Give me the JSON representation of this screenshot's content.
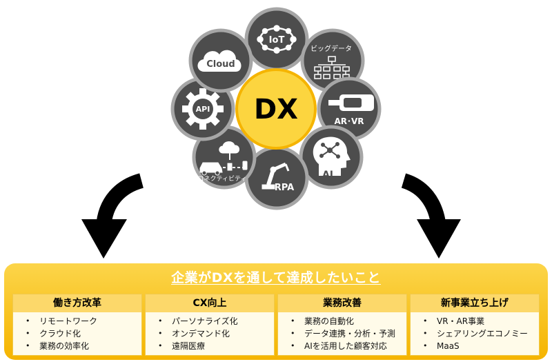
{
  "diagram": {
    "center": {
      "label": "DX"
    },
    "nodes": [
      {
        "id": "iot",
        "label": "IoT",
        "icon": "network-cloud-icon"
      },
      {
        "id": "bigdata",
        "label": "ビッグデータ",
        "icon": "data-tree-icon"
      },
      {
        "id": "arvr",
        "label": "AR･VR",
        "icon": "vr-headset-icon"
      },
      {
        "id": "ai",
        "label": "AI",
        "icon": "ai-head-icon"
      },
      {
        "id": "rpa",
        "label": "RPA",
        "icon": "robot-arm-icon"
      },
      {
        "id": "connectivity",
        "label": "コネクティビティ",
        "icon": "car-cloud-icon"
      },
      {
        "id": "api",
        "label": "API",
        "icon": "gear-icon"
      },
      {
        "id": "cloud",
        "label": "Cloud",
        "icon": "cloud-icon"
      }
    ],
    "colors": {
      "node": "#4d4d4d",
      "node_border": "#a6a6a6",
      "center": "#fcd53f",
      "center_border": "#f5b400",
      "arrow": "#000000"
    }
  },
  "goals": {
    "title": "企業がDXを通して達成したいこと",
    "cards": [
      {
        "title": "働き方改革",
        "items": [
          "リモートワーク",
          "クラウド化",
          "業務の効率化"
        ]
      },
      {
        "title": "CX向上",
        "items": [
          "パーソナライズ化",
          "オンデマンド化",
          "遠隔医療"
        ]
      },
      {
        "title": "業務改善",
        "items": [
          "業務の自動化",
          "データ連携・分析・予測",
          "AIを活用した顧客対応"
        ]
      },
      {
        "title": "新事業立ち上げ",
        "items": [
          "VR・AR事業",
          "シェアリングエコノミー",
          "MaaS"
        ]
      }
    ]
  }
}
